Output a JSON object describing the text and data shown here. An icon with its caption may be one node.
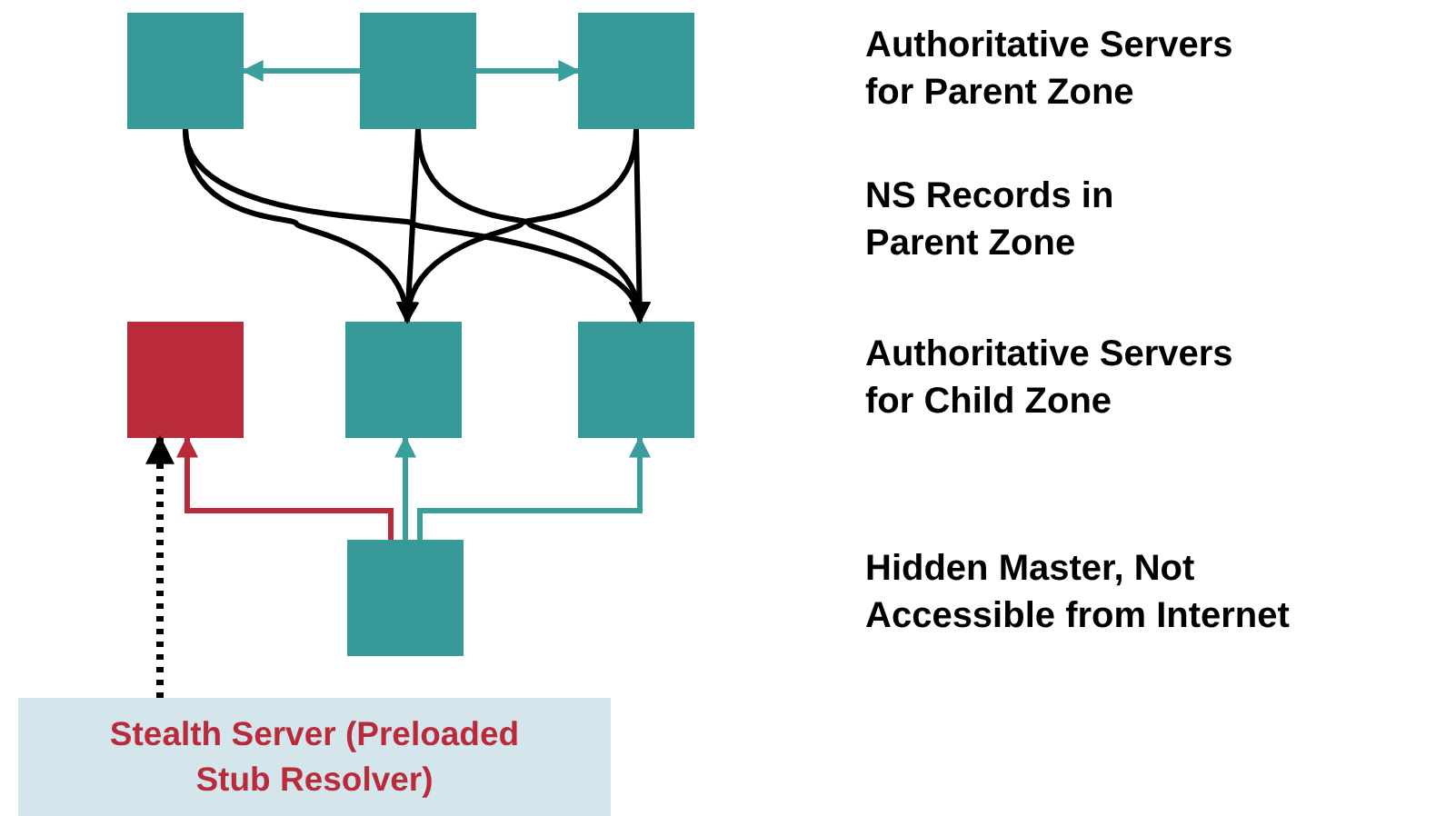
{
  "diagram": {
    "nodes": [
      {
        "text": [],
        "shape": "box"
      },
      {
        "text": [],
        "shape": "box"
      },
      {
        "text": [],
        "shape": "box"
      },
      {
        "text": [],
        "shape": "box"
      },
      {
        "text": [],
        "shape": "box"
      },
      {
        "text": [],
        "shape": "box"
      },
      {
        "text": [],
        "shape": "box"
      },
      {
        "text": [
          "Stealth Server (Preloaded Stub Resolver)"
        ]
      }
    ],
    "edges": [
      {
        "from": 1,
        "to": 0,
        "arrow": "to",
        "color": "#3a9e9b"
      },
      {
        "from": 1,
        "to": 2,
        "arrow": "to",
        "color": "#3a9e9b"
      },
      {
        "from": 0,
        "to": 4,
        "arrow": "to"
      },
      {
        "from": 0,
        "to": 5,
        "arrow": "to"
      },
      {
        "from": 1,
        "to": 4,
        "arrow": "to"
      },
      {
        "from": 1,
        "to": 5,
        "arrow": "to"
      },
      {
        "from": 2,
        "to": 4,
        "arrow": "to"
      },
      {
        "from": 2,
        "to": 5,
        "arrow": "to"
      },
      {
        "from": 6,
        "to": 3,
        "arrow": "to",
        "color": "#b92b3a"
      },
      {
        "from": 6,
        "to": 4,
        "arrow": "to",
        "color": "#3a9e9b"
      },
      {
        "from": 6,
        "to": 5,
        "arrow": "to",
        "color": "#3a9e9b"
      },
      {
        "from": 7,
        "to": 3,
        "arrow": "to",
        "style": "dashed"
      }
    ],
    "labels": [
      "Authoritative Servers for Parent Zone",
      "NS Records in Parent Zone",
      "Authoritative Servers for Child Zone",
      "Hidden Master, Not Accessible from Internet"
    ]
  }
}
